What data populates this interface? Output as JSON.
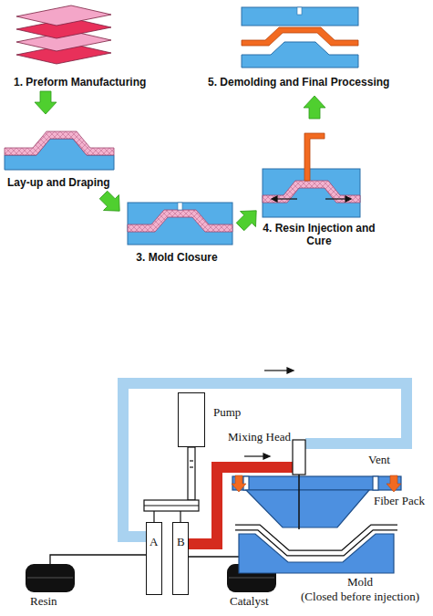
{
  "diagram": {
    "nodes": [
      {
        "text": [
          "Pump"
        ]
      },
      {
        "text": [
          "A"
        ]
      },
      {
        "text": [
          "B"
        ]
      }
    ],
    "labels": [
      "1. Preform Manufacturing",
      "5. Demolding and Final Processing",
      "Lay-up and Draping",
      "4. Resin Injection and Cure",
      "3. Mold Closure",
      "Mixing Head",
      "Vent",
      "Fiber Pack",
      "Mold",
      "(Closed before injection)",
      "Resin",
      "Catalyst"
    ]
  }
}
